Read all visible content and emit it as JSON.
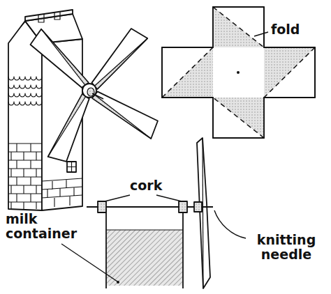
{
  "diagram": {
    "labels": [
      "fold",
      "cork",
      "milk container",
      "knitting needle"
    ]
  }
}
